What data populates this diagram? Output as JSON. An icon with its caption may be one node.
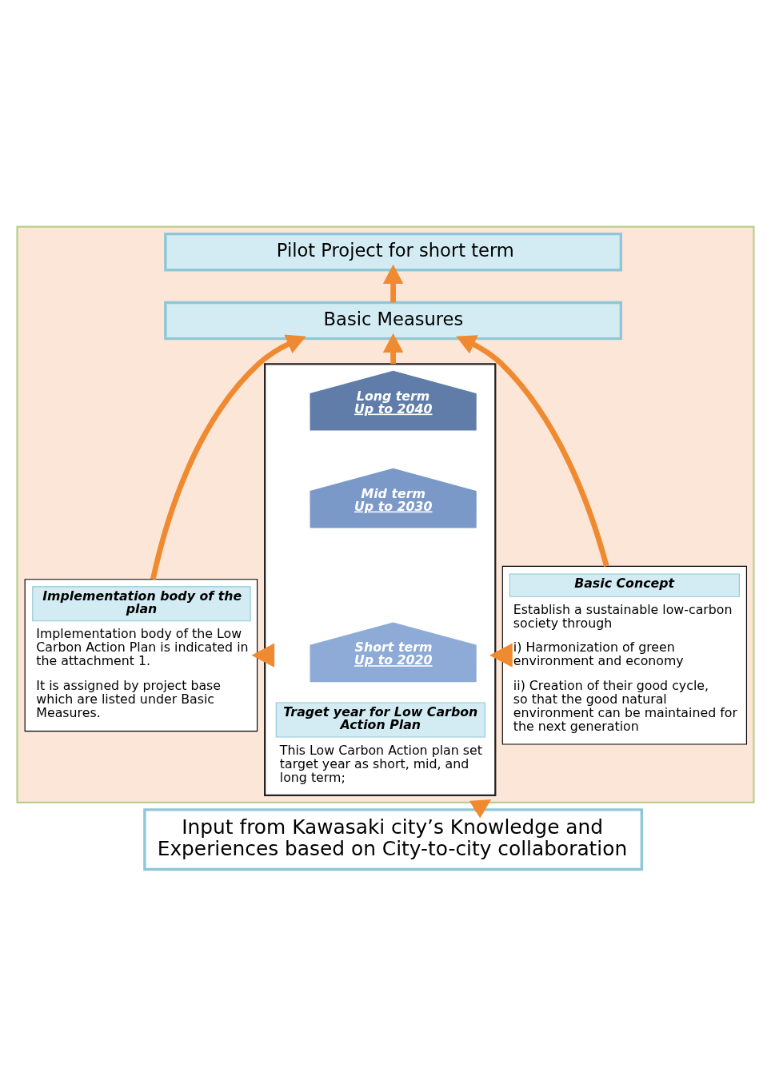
{
  "diagram": {
    "nodes": [
      {
        "text": [],
        "shape": "box"
      },
      {
        "text": [
          "Pilot Project for short term"
        ],
        "in": 0
      },
      {
        "text": [
          "Basic Measures"
        ],
        "in": 0
      },
      {
        "text": [
          "Basic Concept",
          "Establish a sustainable low-carbon society through",
          "i) Harmonization of green environment and economy",
          "ii) Creation of their good cycle, so that the good natural environment can be maintained for the next generation"
        ],
        "in": 0
      },
      {
        "text": [
          "Traget year for Low Carbon Action Plan",
          "This Low Carbon Action plan set target year as short, mid, and long term;"
        ],
        "in": 0
      },
      {
        "text": [
          "Short term",
          "Up to 2020"
        ],
        "in": 4
      },
      {
        "text": [
          "Mid term",
          "Up to 2030"
        ],
        "in": 4
      },
      {
        "text": [
          "Long term",
          "Up to 2040"
        ],
        "in": 4
      },
      {
        "text": [
          "Implementation body of the plan",
          "Implementation body of the Low Carbon Action Plan is indicated in the attachment 1.",
          "It is assigned by project base which are listed under Basic Measures."
        ],
        "in": 0
      },
      {
        "text": [
          "Input from Kawasaki city’s Knowledge and Experiences based on City-to-city collaboration"
        ]
      }
    ],
    "edges": [
      {
        "from": 9,
        "to": 0,
        "arrow": "to"
      },
      {
        "from": 3,
        "to": 2,
        "arrow": "to"
      },
      {
        "from": 4,
        "to": 2,
        "arrow": "to"
      },
      {
        "from": 8,
        "to": 2,
        "arrow": "to"
      },
      {
        "from": 2,
        "to": 1,
        "arrow": "to"
      },
      {
        "from": 3,
        "to": 4,
        "arrow": "to"
      },
      {
        "from": 4,
        "to": 8,
        "arrow": "to"
      }
    ]
  }
}
